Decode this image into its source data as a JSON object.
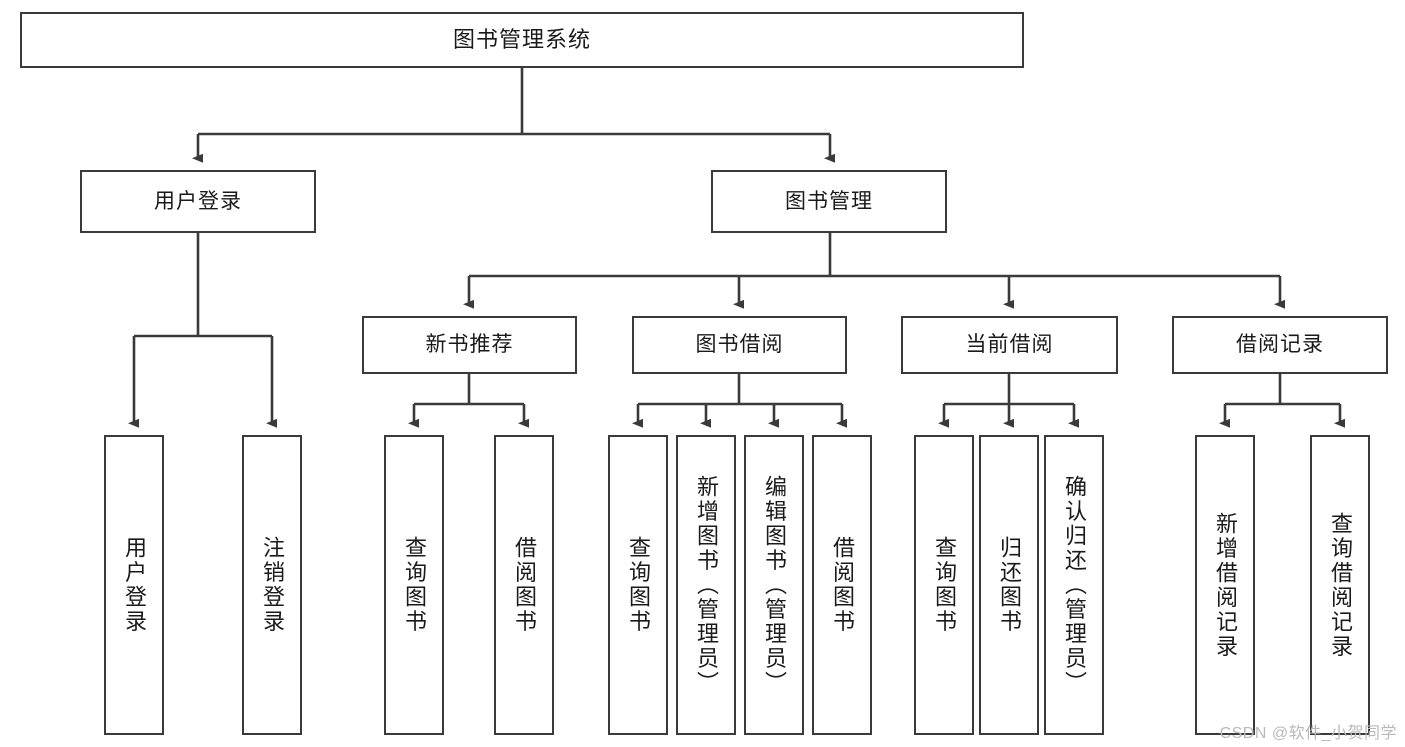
{
  "diagram": {
    "title": "图书管理系统",
    "type": "tree",
    "orientation": "top-down",
    "colors": {
      "box_border": "#3a3a3a",
      "box_fill": "#ffffff",
      "connector": "#3a3a3a",
      "text": "#1a1a1a",
      "watermark": "#b9b9b9",
      "background": "#ffffff"
    },
    "root": {
      "id": "root",
      "label": "图书管理系统"
    },
    "level1": [
      {
        "id": "user-login",
        "label": "用户登录"
      },
      {
        "id": "book-management",
        "label": "图书管理"
      }
    ],
    "level2": [
      {
        "id": "new-book-recommend",
        "label": "新书推荐",
        "parent": "book-management"
      },
      {
        "id": "book-borrow",
        "label": "图书借阅",
        "parent": "book-management"
      },
      {
        "id": "current-borrow",
        "label": "当前借阅",
        "parent": "book-management"
      },
      {
        "id": "borrow-record",
        "label": "借阅记录",
        "parent": "book-management"
      }
    ],
    "leaves": [
      {
        "id": "leaf-user-login",
        "label": "用户登录",
        "parent": "user-login"
      },
      {
        "id": "leaf-logout-login",
        "label": "注销登录",
        "parent": "user-login"
      },
      {
        "id": "leaf-query-book-1",
        "label": "查询图书",
        "parent": "new-book-recommend"
      },
      {
        "id": "leaf-borrow-book-1",
        "label": "借阅图书",
        "parent": "new-book-recommend"
      },
      {
        "id": "leaf-query-book-2",
        "label": "查询图书",
        "parent": "book-borrow"
      },
      {
        "id": "leaf-add-book",
        "label": "新增图书（管理员）",
        "parent": "book-borrow"
      },
      {
        "id": "leaf-edit-book",
        "label": "编辑图书（管理员）",
        "parent": "book-borrow"
      },
      {
        "id": "leaf-borrow-book-2",
        "label": "借阅图书",
        "parent": "book-borrow"
      },
      {
        "id": "leaf-query-book-3",
        "label": "查询图书",
        "parent": "current-borrow"
      },
      {
        "id": "leaf-return-book",
        "label": "归还图书",
        "parent": "current-borrow"
      },
      {
        "id": "leaf-confirm-return",
        "label": "确认归还（管理员）",
        "parent": "current-borrow"
      },
      {
        "id": "leaf-add-record",
        "label": "新增借阅记录",
        "parent": "borrow-record"
      },
      {
        "id": "leaf-query-record",
        "label": "查询借阅记录",
        "parent": "borrow-record"
      }
    ]
  },
  "watermark": {
    "text": "CSDN @软件_小贺同学"
  }
}
